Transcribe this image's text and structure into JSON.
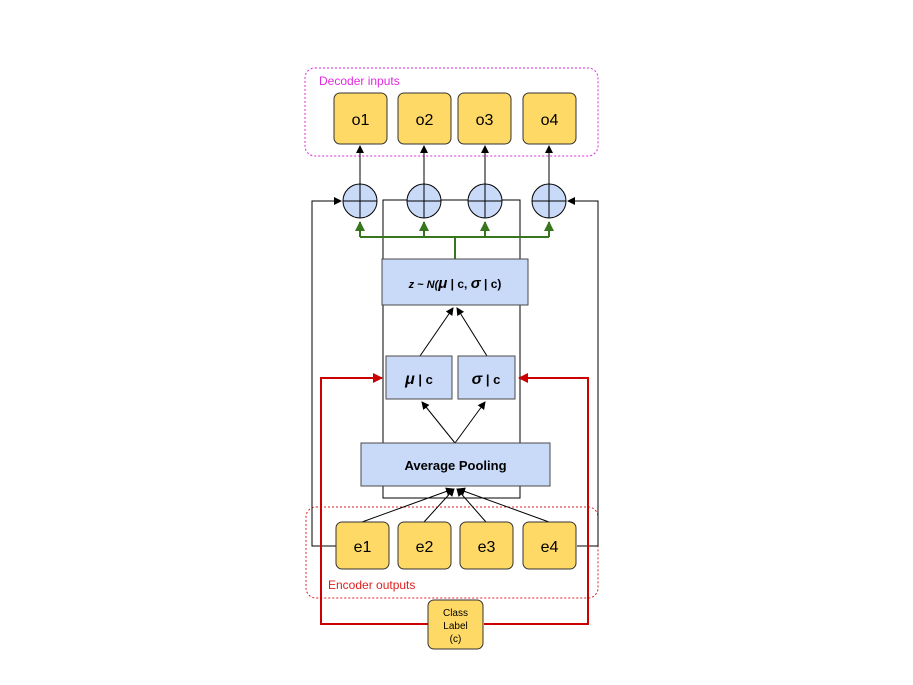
{
  "groups": {
    "decoder_inputs_label": "Decoder inputs",
    "encoder_outputs_label": "Encoder outputs"
  },
  "decoder_inputs": [
    "o1",
    "o2",
    "o3",
    "o4"
  ],
  "encoder_outputs": [
    "e1",
    "e2",
    "e3",
    "e4"
  ],
  "boxes": {
    "latent_prefix": "z ~ N(",
    "latent_mu": "μ",
    "latent_mid": " | c, ",
    "latent_sigma": "σ",
    "latent_suffix": " | c)",
    "mu_symbol": "μ",
    "mu_cond": " | c",
    "sigma_symbol": "σ",
    "sigma_cond": " | c",
    "average_pooling": "Average Pooling"
  },
  "class_label": {
    "line1": "Class",
    "line2": "Label",
    "line3": "(c)"
  },
  "colors": {
    "yellow_node": "#FFD966",
    "yellow_stroke": "#333333",
    "blue_box": "#C9DAF8",
    "blue_stroke": "#4A4A4A",
    "magenta_group": "#E02BE0",
    "red_group": "#E02020",
    "red_arrow": "#CC0000",
    "green_arrow": "#38761D",
    "black_arrow": "#000000"
  }
}
